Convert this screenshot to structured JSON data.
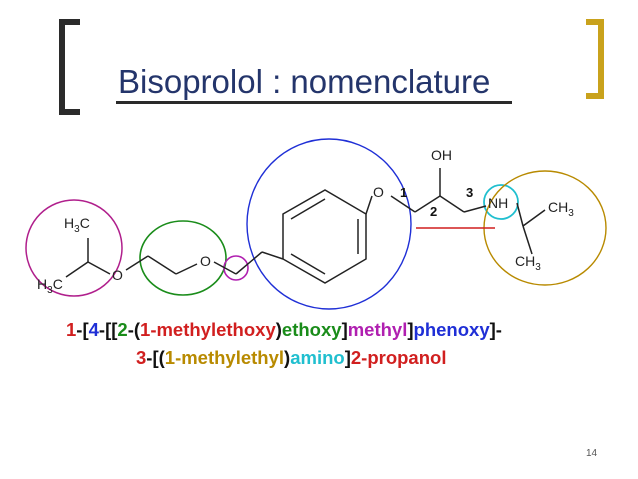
{
  "slide": {
    "title": "Bisoprolol : nomenclature",
    "page_number": "14"
  },
  "structure": {
    "oh": "OH",
    "o_phenoxy": "O",
    "nh": "NH",
    "o_ether": "O",
    "o_isopropoxy": "O",
    "h3c_top_h": "H",
    "h3c_top_sub": "3",
    "h3c_top_c": "C",
    "h3c_bottom_h": "H",
    "h3c_bottom_sub": "3",
    "h3c_bottom_c": "C",
    "ch3_right_c": "CH",
    "ch3_right_sub": "3",
    "ch3_bottom_c": "CH",
    "ch3_bottom_sub": "3",
    "pos1": "1",
    "pos2": "2",
    "pos3": "3"
  },
  "nomenclature": {
    "line1": [
      {
        "text": "1",
        "color": "#d11f1f"
      },
      {
        "text": "-[",
        "color": "#111111"
      },
      {
        "text": "4",
        "color": "#1f2fd6"
      },
      {
        "text": "-[[",
        "color": "#111111"
      },
      {
        "text": "2",
        "color": "#1a8c1a"
      },
      {
        "text": "-(",
        "color": "#111111"
      },
      {
        "text": "1-methylethoxy",
        "color": "#d11f1f"
      },
      {
        "text": ")",
        "color": "#111111"
      },
      {
        "text": "ethoxy",
        "color": "#1a8c1a"
      },
      {
        "text": "]",
        "color": "#111111"
      },
      {
        "text": "methyl",
        "color": "#b01fb0"
      },
      {
        "text": "]",
        "color": "#111111"
      },
      {
        "text": "phenoxy",
        "color": "#1f2fd6"
      },
      {
        "text": "]-",
        "color": "#111111"
      }
    ],
    "line2": [
      {
        "text": "3",
        "color": "#d11f1f"
      },
      {
        "text": "-[(",
        "color": "#111111"
      },
      {
        "text": "1-methylethyl",
        "color": "#b88a00"
      },
      {
        "text": ")",
        "color": "#111111"
      },
      {
        "text": "amino",
        "color": "#20bfcf"
      },
      {
        "text": "]",
        "color": "#111111"
      },
      {
        "text": "2-propanol",
        "color": "#d11f1f"
      }
    ]
  },
  "colors": {
    "left_bracket": "#2b2b2b",
    "right_bracket": "#c9a21c",
    "isopropoxy_circle": "#b01f8c",
    "ethoxy_circle": "#1a8c1a",
    "methylene_circle": "#b01fb0",
    "phenoxy_circle": "#1f2fd6",
    "amino_circle": "#20bfcf",
    "isopropyl_circle": "#b88a00",
    "propanol_underline": "#d11f1f"
  }
}
